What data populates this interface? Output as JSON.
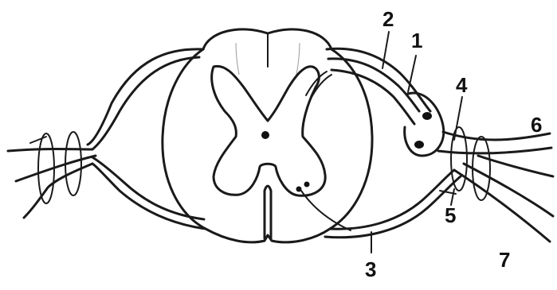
{
  "labels": {
    "l1": "1",
    "l2": "2",
    "l3": "3",
    "l4": "4",
    "l5": "5",
    "l6": "6",
    "l7": "7"
  },
  "colors": {
    "ink": "#1a1a1a",
    "background": "#ffffff"
  }
}
